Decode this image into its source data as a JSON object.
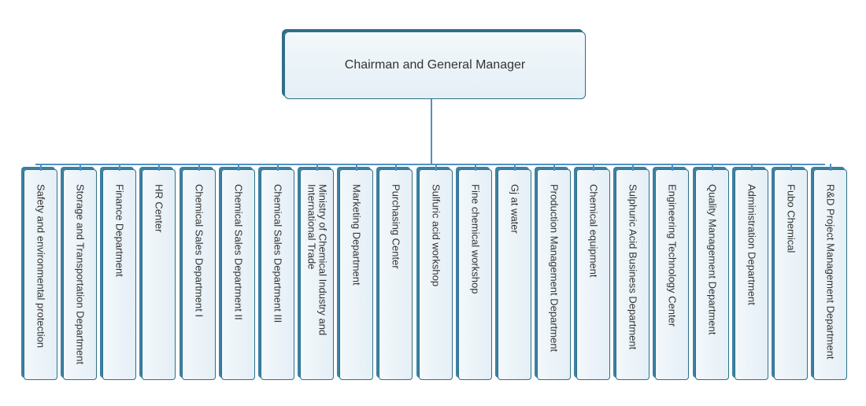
{
  "root": {
    "label": "Chairman and General Manager"
  },
  "departments": [
    {
      "label": "Safety and environmental protection"
    },
    {
      "label": "Storage and Transportation Department"
    },
    {
      "label": "Finance Department"
    },
    {
      "label": "HR Center"
    },
    {
      "label": "Chemical Sales Department I"
    },
    {
      "label": "Chemical Sales Department II"
    },
    {
      "label": "Chemical Sales Department III"
    },
    {
      "label": "Ministry of Chemical Industry and International Trade"
    },
    {
      "label": "Marketing Department"
    },
    {
      "label": "Purchasing Center"
    },
    {
      "label": "Sulfuric acid workshop"
    },
    {
      "label": "Fine chemical workshop"
    },
    {
      "label": "Gj at water"
    },
    {
      "label": "Production Management Department"
    },
    {
      "label": "Chemical equipment"
    },
    {
      "label": "Sulphuric Acid Business Department"
    },
    {
      "label": "Engineering Technology Center"
    },
    {
      "label": "Quality Management Department"
    },
    {
      "label": "Administration Department"
    },
    {
      "label": "Fubo Chemical"
    },
    {
      "label": "R&D Project Management Department"
    }
  ],
  "colors": {
    "border": "#2e6f88",
    "connector": "#4f90c4",
    "fill": "#e9f2f8",
    "text": "#333333"
  }
}
